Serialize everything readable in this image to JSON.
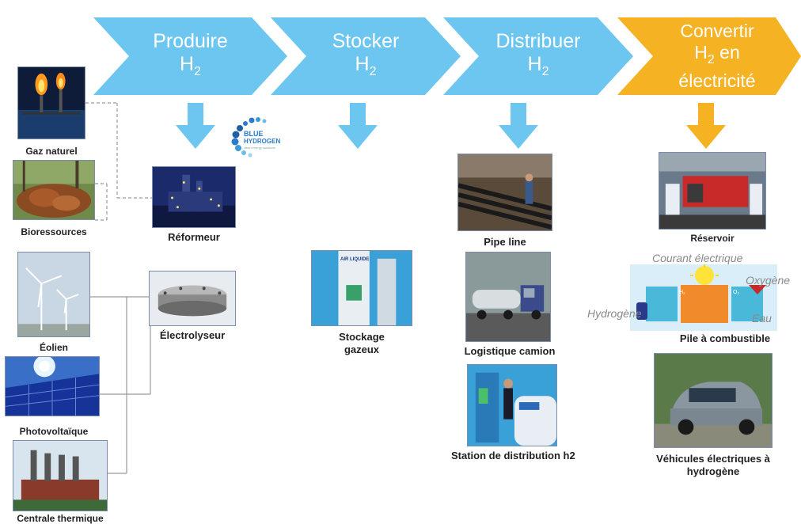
{
  "steps": [
    {
      "line1": "Produire",
      "line2_main": "H",
      "line2_sub": "2",
      "line3": "",
      "color": "#6cc6ef"
    },
    {
      "line1": "Stocker",
      "line2_main": "H",
      "line2_sub": "2",
      "line3": "",
      "color": "#6cc6ef"
    },
    {
      "line1": "Distribuer",
      "line2_main": "H",
      "line2_sub": "2",
      "line3": "",
      "color": "#6cc6ef"
    },
    {
      "line1": "Convertir",
      "line2_main": "H",
      "line2_sub": "2",
      "line2_suffix": " en",
      "line3": "électricité",
      "color": "#f5b223"
    }
  ],
  "logo": {
    "line1": "BLUE",
    "line2": "HYDROGEN",
    "tagline": "clean energy solutions"
  },
  "sources": {
    "gaz": "Gaz naturel",
    "bio": "Bioressources",
    "eolien": "Éolien",
    "pv": "Photovoltaïque",
    "centrale": "Centrale thermique"
  },
  "produce": {
    "reformeur": "Réformeur",
    "electrolyseur": "Électrolyseur"
  },
  "store": {
    "line1": "Stockage",
    "line2": "gazeux",
    "tank_text": "AIR LIQUIDE"
  },
  "distribute": {
    "pipe": "Pipe line",
    "camion": "Logistique camion",
    "station": "Station de distribution h2"
  },
  "convert": {
    "reservoir": "Réservoir",
    "pile": "Pile à combustible",
    "vehicules_line1": "Véhicules électriques à",
    "vehicules_line2": "hydrogène",
    "fc_courant": "Courant électrique",
    "fc_oxygene": "Oxygène",
    "fc_hydrogene": "Hydrogène",
    "fc_eau": "Eau",
    "fc_h2": "H₂",
    "fc_o2": "O₂"
  },
  "colors": {
    "blue_arrow": "#6cc6ef",
    "orange_arrow": "#f5b223",
    "connector": "#9a9a9a"
  }
}
